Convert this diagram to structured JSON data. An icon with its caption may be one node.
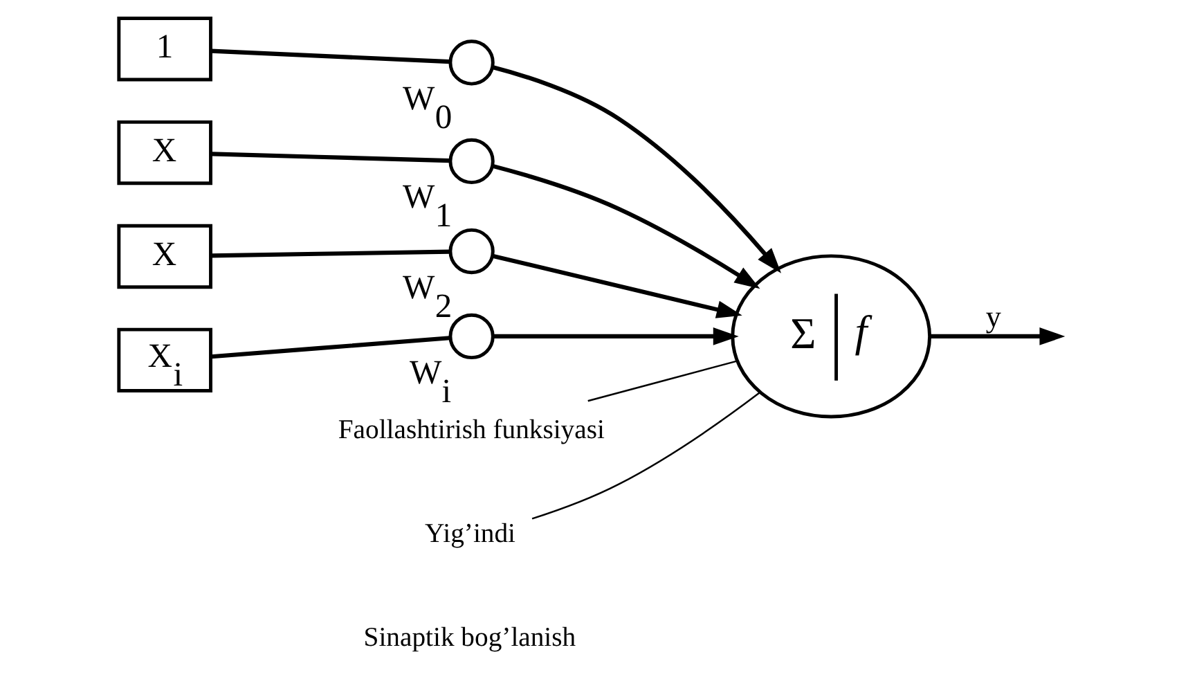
{
  "diagram": {
    "nodes": [
      {
        "text": [
          "1"
        ]
      },
      {
        "text": [],
        "shape": "circle",
        "beside": [
          "W$_{0}$"
        ]
      },
      {
        "text": [
          "X"
        ]
      },
      {
        "text": [],
        "shape": "circle",
        "beside": [
          "W$_{1}$"
        ]
      },
      {
        "text": [
          "X"
        ]
      },
      {
        "text": [],
        "shape": "circle",
        "beside": [
          "W$_{2}$"
        ]
      },
      {
        "text": [
          "X$_{i}$"
        ]
      },
      {
        "text": [],
        "shape": "circle",
        "beside": [
          "W$_{i}$"
        ]
      },
      {
        "text": [
          "Σ",
          "f"
        ]
      },
      {
        "text": [
          "Faollashtirish funksiyasi"
        ]
      },
      {
        "text": [
          "Yig’indi"
        ]
      }
    ],
    "edges": [
      {
        "from": 0,
        "to": 1,
        "arrow": "none"
      },
      {
        "from": 1,
        "to": 8,
        "arrow": "to"
      },
      {
        "from": 2,
        "to": 3,
        "arrow": "none"
      },
      {
        "from": 3,
        "to": 8,
        "arrow": "to"
      },
      {
        "from": 4,
        "to": 5,
        "arrow": "none"
      },
      {
        "from": 5,
        "to": 8,
        "arrow": "to"
      },
      {
        "from": 6,
        "to": 7,
        "arrow": "none"
      },
      {
        "from": 7,
        "to": 8,
        "arrow": "to"
      },
      {
        "from": 8,
        "to": null,
        "arrow": "to",
        "label": "y"
      },
      {
        "from": 9,
        "to": 8,
        "arrow": "none"
      },
      {
        "from": 10,
        "to": 8,
        "arrow": "none"
      }
    ],
    "labels": [
      "Sinaptik bog’lanish"
    ]
  }
}
